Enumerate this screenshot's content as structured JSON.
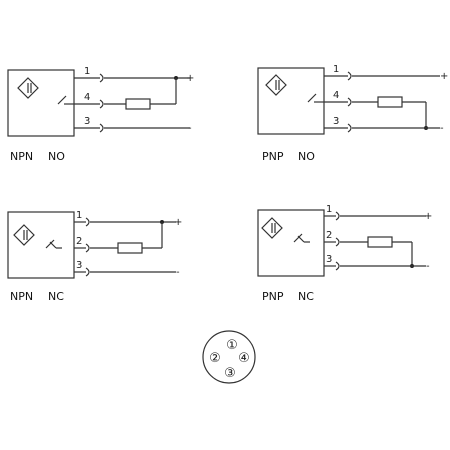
{
  "diagrams": [
    {
      "id": "npn-no",
      "type_label": "NPN",
      "contact_label": "NO",
      "pins": [
        "1",
        "4",
        "3"
      ],
      "polarity": [
        "+",
        "-"
      ]
    },
    {
      "id": "pnp-no",
      "type_label": "PNP",
      "contact_label": "NO",
      "pins": [
        "1",
        "4",
        "3"
      ],
      "polarity": [
        "+",
        "-"
      ]
    },
    {
      "id": "npn-nc",
      "type_label": "NPN",
      "contact_label": "NC",
      "pins": [
        "1",
        "2",
        "3"
      ],
      "polarity": [
        "+",
        "-"
      ]
    },
    {
      "id": "pnp-nc",
      "type_label": "PNP",
      "contact_label": "NC",
      "pins": [
        "1",
        "2",
        "3"
      ],
      "polarity": [
        "+",
        "-"
      ]
    }
  ],
  "connector": {
    "pins": [
      "①",
      "②",
      "③",
      "④"
    ]
  },
  "icons": [
    "sensor-diamond-icon",
    "switch-contact-icon",
    "resistor-icon",
    "connector-plug-icon"
  ]
}
